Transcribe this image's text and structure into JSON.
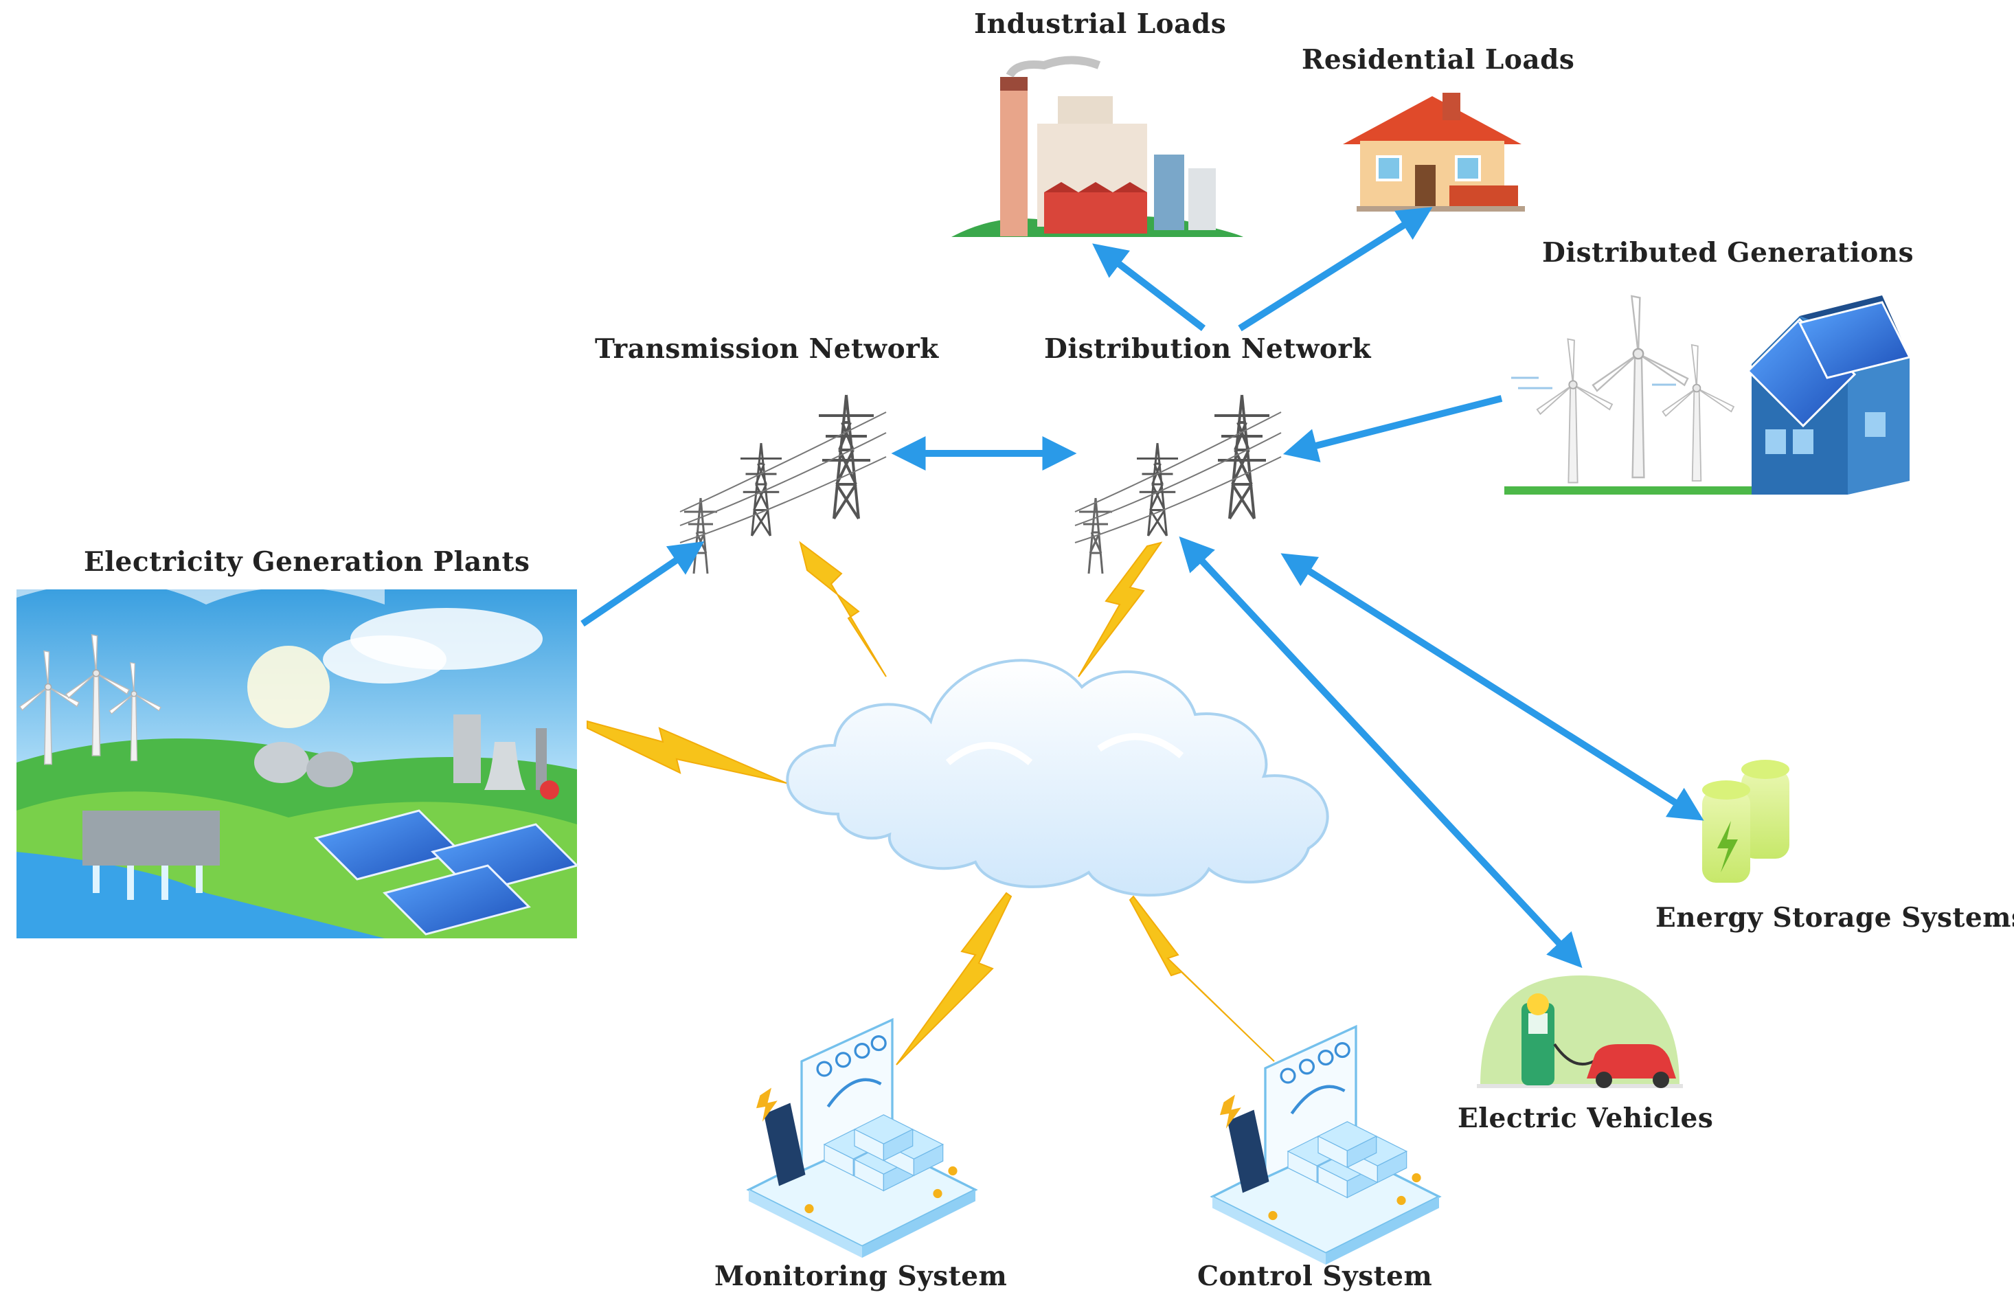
{
  "labels": {
    "industrial_loads": "Industrial Loads",
    "residential_loads": "Residential Loads",
    "distributed_generations": "Distributed Generations",
    "transmission_network": "Transmission Network",
    "distribution_network": "Distribution Network",
    "generation_plants": "Electricity Generation Plants",
    "energy_storage": "Energy Storage Systems",
    "electric_vehicles": "Electric Vehicles",
    "monitoring_system": "Monitoring System",
    "control_system": "Control System"
  },
  "colors": {
    "arrow": "#2a9ae8",
    "lightning": "#f7c31a",
    "cloud": "#dcefff",
    "cloud_stroke": "#9cc8ea",
    "tower": "#555555"
  }
}
